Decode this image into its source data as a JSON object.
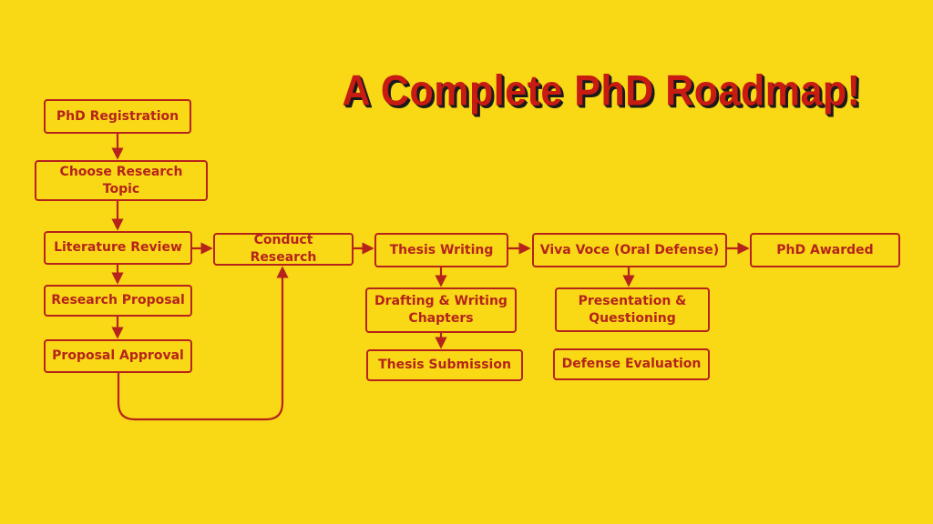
{
  "title": "A Complete PhD Roadmap!",
  "colors": {
    "background": "#f9d916",
    "accent": "#b5231b",
    "title_fill": "#c81b12",
    "title_shadow": "#1a1a1a"
  },
  "nodes": {
    "phd_registration": "PhD Registration",
    "choose_topic_line1": "Choose Research",
    "choose_topic_line2": "Topic",
    "literature_review": "Literature Review",
    "research_proposal": "Research Proposal",
    "proposal_approval": "Proposal Approval",
    "conduct_research": "Conduct Research",
    "thesis_writing": "Thesis Writing",
    "drafting_line1": "Drafting & Writing",
    "drafting_line2": "Chapters",
    "thesis_submission": "Thesis Submission",
    "viva_voce": "Viva Voce (Oral Defense)",
    "presentation_line1": "Presentation &",
    "presentation_line2": "Questioning",
    "defense_evaluation": "Defense Evaluation",
    "phd_awarded": "PhD Awarded"
  }
}
